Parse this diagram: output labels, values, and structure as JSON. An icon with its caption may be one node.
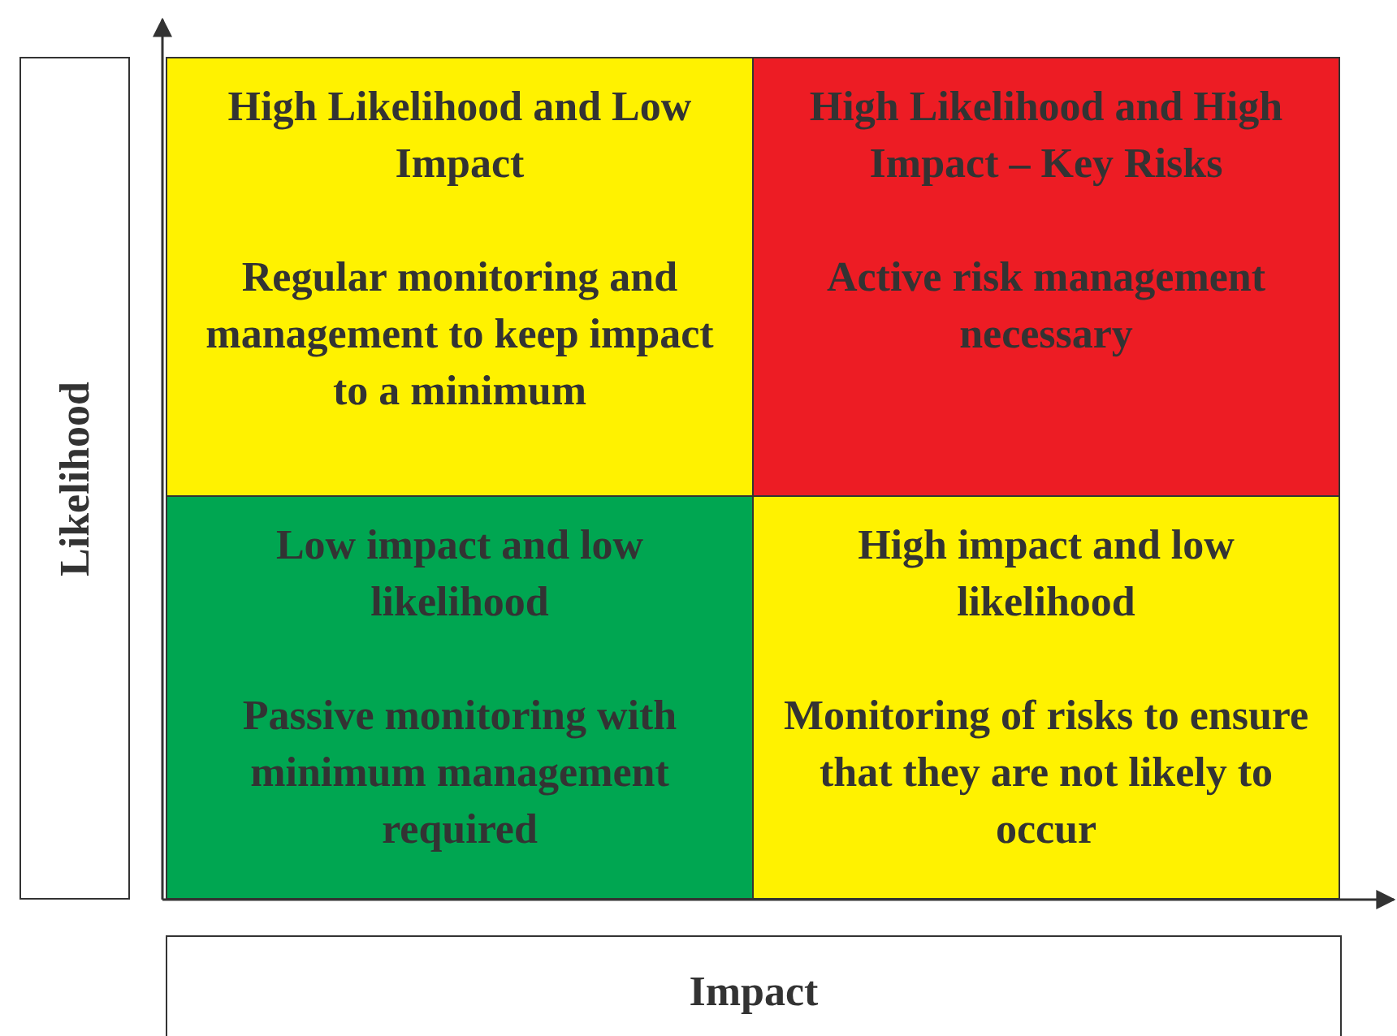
{
  "diagram": {
    "nodes": [
      {
        "text": [
          "Likelihood"
        ]
      },
      {
        "text": [
          "High Likelihood and Low Impact",
          "Regular monitoring and management to keep impact to a minimum"
        ]
      },
      {
        "text": [
          "High Likelihood and High Impact – Key Risks",
          "Active risk management necessary"
        ]
      },
      {
        "text": [
          "Low impact and low likelihood",
          "Passive monitoring with minimum management required"
        ]
      },
      {
        "text": [
          "High impact and low likelihood",
          "Monitoring of risks to ensure that they are not likely to occur"
        ]
      },
      {
        "text": [
          "Impact"
        ]
      }
    ]
  }
}
